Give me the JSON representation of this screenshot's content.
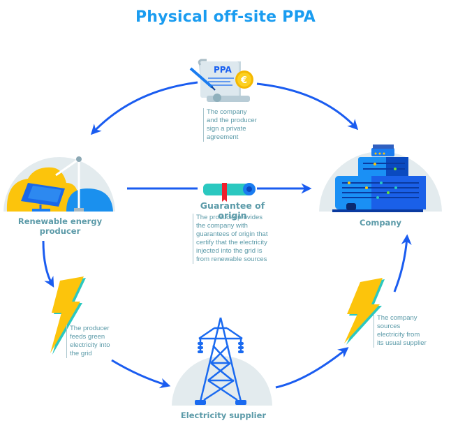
{
  "title": "Physical off-site PPA",
  "colors": {
    "title": "#1a9cf0",
    "arrow": "#1a5cf0",
    "label": "#5b9aa8",
    "circle_bg": "#e3ebee",
    "bolt_yellow": "#fcc40c",
    "bolt_teal": "#2bc8c0",
    "sun_yellow": "#fcc40c",
    "sky_blue": "#1a90ee",
    "ribbon_red": "#f0202c"
  },
  "nodes": {
    "producer": {
      "label_line1": "Renewable energy",
      "label_line2": "producer",
      "icon": "wind-solar-icon"
    },
    "company": {
      "label": "Company",
      "icon": "office-building-icon"
    },
    "supplier": {
      "label": "Electricity supplier",
      "icon": "pylon-icon"
    }
  },
  "ppa": {
    "doc_text": "PPA",
    "coin_symbol": "€",
    "note_lines": [
      "The company",
      "and the producer",
      "sign a private",
      "agreement"
    ]
  },
  "guarantee": {
    "title": "Guarantee of origin",
    "note_lines": [
      "The producer provides",
      "the company with",
      "guarantees of origin that",
      "certify that the electricity",
      "injected into the grid is",
      "from renewable sources"
    ]
  },
  "producer_to_grid": {
    "note_lines": [
      "The producer",
      "feeds green",
      "electricity into",
      "the grid"
    ]
  },
  "supplier_to_company": {
    "note_lines": [
      "The company",
      "sources",
      "electricity from",
      "its usual supplier"
    ]
  }
}
